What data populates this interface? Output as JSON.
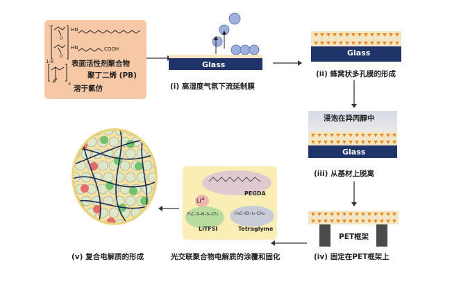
{
  "reagent_box": {
    "chem_nh_top": "HN",
    "chem_nh_bottom": "HN",
    "chem_cooh": "COOH",
    "chem_1x": "1-x",
    "chem_x": "x",
    "label1": "表面活性剂聚合物",
    "label2": "聚丁二烯 (PB)",
    "label3": "溶于氯仿"
  },
  "steps": {
    "i": "(i)  高湿度气氛下流延制膜",
    "ii": "(ii) 蜂窝状多孔膜的形成",
    "soak": "浸泡在异丙醇中",
    "iii": "(iii) 从基材上脱离",
    "iv": "(iv)  固定在PET框架上",
    "coat": "光交联聚合物电解质的涂覆和固化",
    "v": "(v) 复合电解质的形成"
  },
  "glass_label": "Glass",
  "pet_label": "PET框架",
  "electrolyte_box": {
    "li": "Li",
    "li_sup": "⊕",
    "pegda": "PEGDA",
    "litfsi": "LiTFSI",
    "tetraglyme": "Tetraglyme",
    "tfsi_formula": "F₃C–S–N–S–CF₃",
    "tetraglyme_formula": "H₃C–(O–)₄–CH₃"
  },
  "colors": {
    "glass": "#1f3569",
    "triangle": "#e88a1a",
    "reagent_bg": "#f6c8a6",
    "electrolyte_bg": "#fbeeb4",
    "arrow": "#333333"
  }
}
